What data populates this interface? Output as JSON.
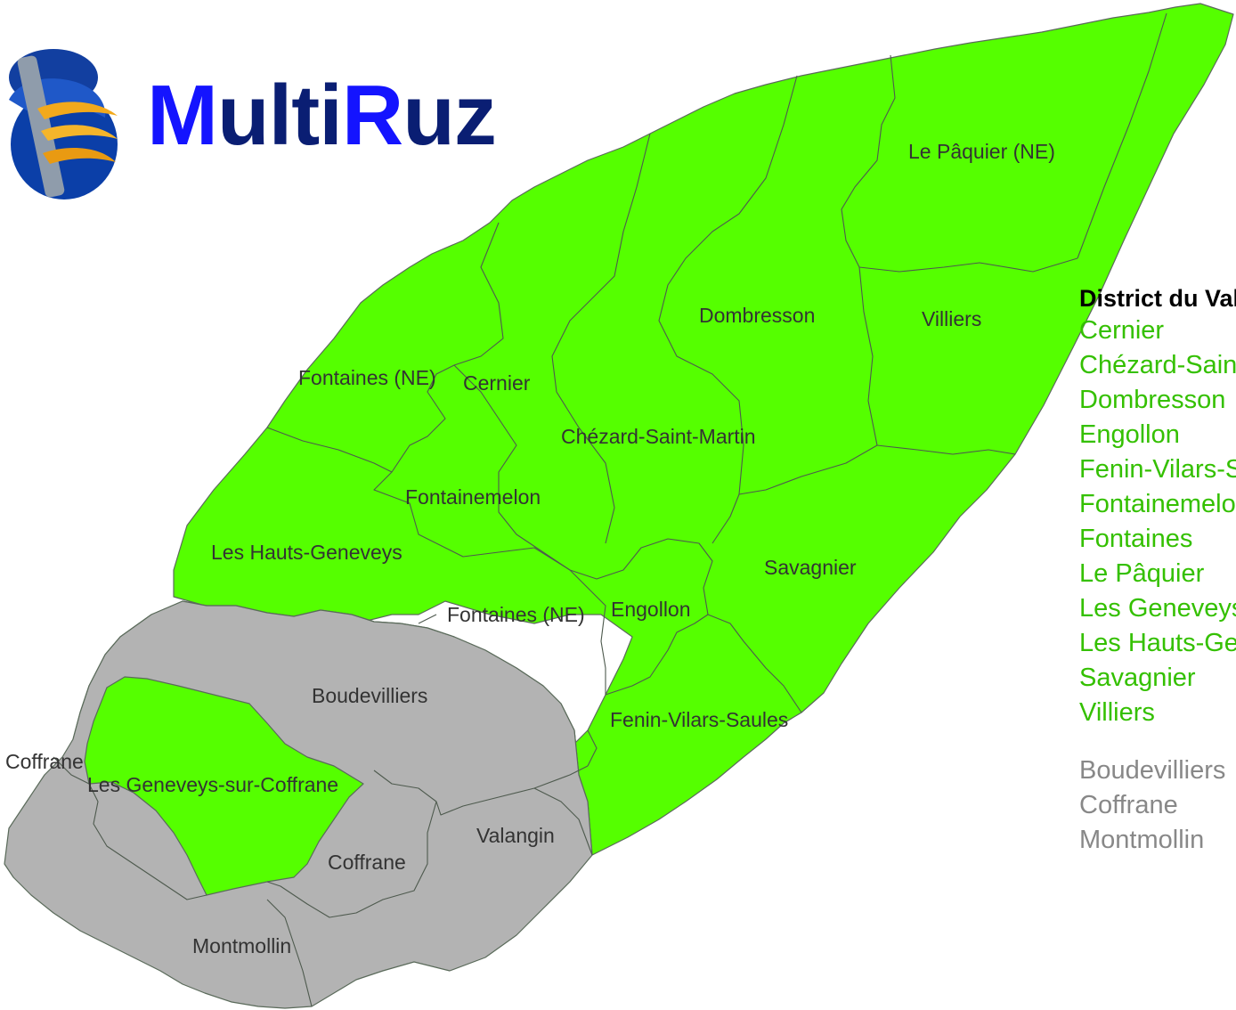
{
  "logo": {
    "icon": "multiruz-logo-icon",
    "parts": [
      {
        "text": "M",
        "color": "#1414ff"
      },
      {
        "text": "ulti",
        "color": "#0a1e73"
      },
      {
        "text": "R",
        "color": "#1414ff"
      },
      {
        "text": "uz",
        "color": "#0a1e73"
      }
    ]
  },
  "colors": {
    "member": "#55ff00",
    "non_member": "#b3b3b3",
    "legend_member_text": "#34c000",
    "legend_non_member_text": "#888888"
  },
  "map": {
    "labels": [
      "Le Pâquier (NE)",
      "Dombresson",
      "Villiers",
      "Fontaines (NE)",
      "Cernier",
      "Chézard-Saint-Martin",
      "Fontainemelon",
      "Les Hauts-Geneveys",
      "Savagnier",
      "Fontaines (NE)",
      "Engollon",
      "Boudevilliers",
      "Fenin-Vilars-Saules",
      "Coffrane",
      "Les Geneveys-sur-Coffrane",
      "Valangin",
      "Coffrane",
      "Montmollin"
    ]
  },
  "legend": {
    "title": "District du Val-de-Ruz",
    "member_communes": [
      "Cernier",
      "Chézard-Saint-Martin",
      "Dombresson",
      "Engollon",
      "Fenin-Vilars-Saules",
      "Fontainemelon",
      "Fontaines",
      "Le Pâquier",
      "Les Geneveys-sur-Coffrane",
      "Les Hauts-Geneveys",
      "Savagnier",
      "Villiers"
    ],
    "non_member_communes": [
      "Boudevilliers",
      "Coffrane",
      "Montmollin"
    ]
  }
}
